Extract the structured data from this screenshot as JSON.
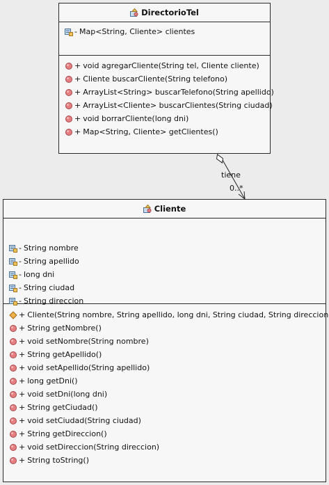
{
  "classes": {
    "directorio": {
      "name": "DirectorioTel",
      "attributes": [
        {
          "vis": "-",
          "text": "Map<String, Cliente> clientes"
        }
      ],
      "methods": [
        {
          "vis": "+",
          "text": "void agregarCliente(String tel, Cliente cliente)"
        },
        {
          "vis": "+",
          "text": "Cliente buscarCliente(String telefono)"
        },
        {
          "vis": "+",
          "text": "ArrayList<String> buscarTelefono(String apellido)"
        },
        {
          "vis": "+",
          "text": "ArrayList<Cliente> buscarClientes(String ciudad)"
        },
        {
          "vis": "+",
          "text": "void borrarCliente(long dni)"
        },
        {
          "vis": "+",
          "text": "Map<String, Cliente> getClientes()"
        }
      ]
    },
    "cliente": {
      "name": "Cliente",
      "attributes": [
        {
          "vis": "-",
          "text": "String nombre"
        },
        {
          "vis": "-",
          "text": "String apellido"
        },
        {
          "vis": "-",
          "text": "long dni"
        },
        {
          "vis": "-",
          "text": "String ciudad"
        },
        {
          "vis": "-",
          "text": "String direccion"
        }
      ],
      "methods": [
        {
          "vis": "+",
          "text": "Cliente(String nombre, String apellido, long dni, String ciudad, String direccion)",
          "kind": "constructor"
        },
        {
          "vis": "+",
          "text": "String getNombre()"
        },
        {
          "vis": "+",
          "text": "void setNombre(String nombre)"
        },
        {
          "vis": "+",
          "text": "String getApellido()"
        },
        {
          "vis": "+",
          "text": "void setApellido(String apellido)"
        },
        {
          "vis": "+",
          "text": "long getDni()"
        },
        {
          "vis": "+",
          "text": "void setDni(long dni)"
        },
        {
          "vis": "+",
          "text": "String getCiudad()"
        },
        {
          "vis": "+",
          "text": "void setCiudad(String ciudad)"
        },
        {
          "vis": "+",
          "text": "String getDireccion()"
        },
        {
          "vis": "+",
          "text": "void setDireccion(String direccion)"
        },
        {
          "vis": "+",
          "text": "String toString()"
        }
      ]
    }
  },
  "relation": {
    "type": "aggregation",
    "label": "tiene",
    "multiplicity": "0..*"
  },
  "icons": {
    "class": "class-icon",
    "field": "field-icon",
    "method": "method-icon",
    "constructor": "constructor-icon"
  },
  "colors": {
    "background": "#ececec",
    "class_fill": "#f7f7f7",
    "border": "#2a2a2a",
    "method_icon": "#e57f82",
    "constructor_icon": "#f0b04a"
  }
}
